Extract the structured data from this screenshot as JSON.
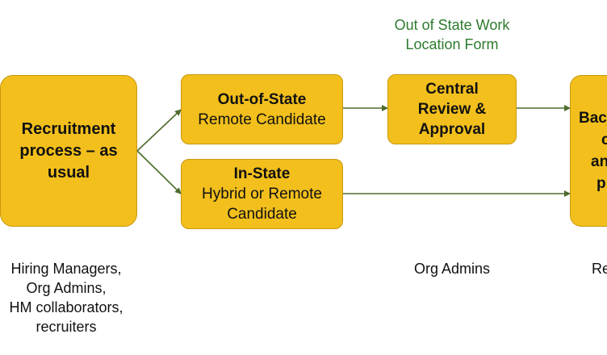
{
  "top_note": [
    "Out of State Work",
    "Location Form"
  ],
  "colors": {
    "box_fill": "#f2bf1c",
    "box_border": "#c9980c",
    "arrow": "#4d6b2b",
    "note_text": "#2d7a2d"
  },
  "boxes": {
    "recruitment": [
      "Recruitment",
      "process – as",
      "usual"
    ],
    "out_of_state": {
      "title": "Out-of-State",
      "line": "Remote Candidate"
    },
    "in_state": {
      "title": "In-State",
      "lines": [
        "Hybrid or Remote",
        "Candidate"
      ]
    },
    "central_review": [
      "Central",
      "Review &",
      "Approval"
    ],
    "partial": [
      "Bac",
      "c",
      "an",
      "p"
    ]
  },
  "bottom_labels": {
    "hiring": [
      "Hiring Managers,",
      "Org Admins,",
      "HM collaborators,",
      "recruiters"
    ],
    "org_admins": "Org Admins",
    "partial": "Re"
  }
}
